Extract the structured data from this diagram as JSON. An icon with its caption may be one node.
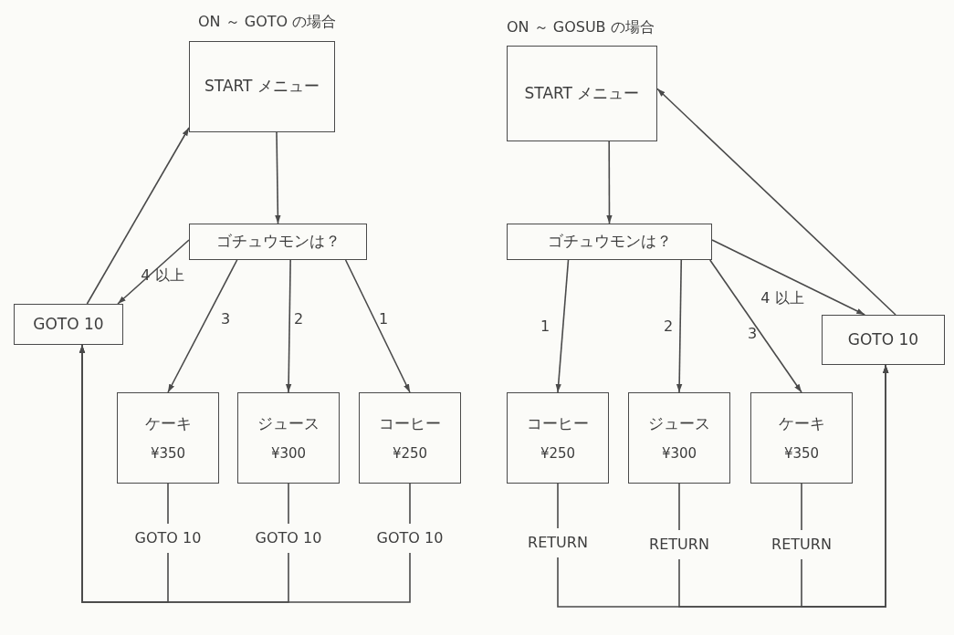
{
  "diagram": {
    "nodes": [
      {
        "text": [
          "START メニュー"
        ]
      },
      {
        "text": [
          "ゴチュウモンは？"
        ]
      },
      {
        "text": [
          "GOTO 10"
        ]
      },
      {
        "text": [
          "ケーキ",
          "¥350"
        ]
      },
      {
        "text": [
          "ジュース",
          "¥300"
        ]
      },
      {
        "text": [
          "コーヒー",
          "¥250"
        ]
      },
      {
        "text": [
          "START メニュー"
        ]
      },
      {
        "text": [
          "ゴチュウモンは？"
        ]
      },
      {
        "text": [
          "コーヒー",
          "¥250"
        ]
      },
      {
        "text": [
          "ジュース",
          "¥300"
        ]
      },
      {
        "text": [
          "ケーキ",
          "¥350"
        ]
      },
      {
        "text": [
          "GOTO 10"
        ]
      }
    ],
    "edges": [
      {
        "from": 0,
        "to": 1,
        "arrow": "to"
      },
      {
        "from": 1,
        "to": 2,
        "arrow": "to",
        "label": "4 以上"
      },
      {
        "from": 1,
        "to": 3,
        "arrow": "to",
        "label": "3"
      },
      {
        "from": 1,
        "to": 4,
        "arrow": "to",
        "label": "2"
      },
      {
        "from": 1,
        "to": 5,
        "arrow": "to",
        "label": "1"
      },
      {
        "from": 2,
        "to": 0,
        "arrow": "to"
      },
      {
        "from": 3,
        "to": 2,
        "arrow": "to",
        "label": "GOTO 10"
      },
      {
        "from": 4,
        "to": 2,
        "arrow": "to",
        "label": "GOTO 10"
      },
      {
        "from": 5,
        "to": 2,
        "arrow": "to",
        "label": "GOTO 10"
      },
      {
        "from": 6,
        "to": 7,
        "arrow": "to"
      },
      {
        "from": 7,
        "to": 8,
        "arrow": "to",
        "label": "1"
      },
      {
        "from": 7,
        "to": 9,
        "arrow": "to",
        "label": "2"
      },
      {
        "from": 7,
        "to": 10,
        "arrow": "to",
        "label": "3"
      },
      {
        "from": 7,
        "to": 11,
        "arrow": "to",
        "label": "4 以上"
      },
      {
        "from": 11,
        "to": 6,
        "arrow": "to"
      },
      {
        "from": 8,
        "to": 11,
        "arrow": "to",
        "label": "RETURN"
      },
      {
        "from": 9,
        "to": 11,
        "arrow": "to",
        "label": "RETURN"
      },
      {
        "from": 10,
        "to": 11,
        "arrow": "to",
        "label": "RETURN"
      }
    ],
    "labels": [
      "ON ～ GOTO の場合",
      "ON ～ GOSUB の場合"
    ]
  }
}
